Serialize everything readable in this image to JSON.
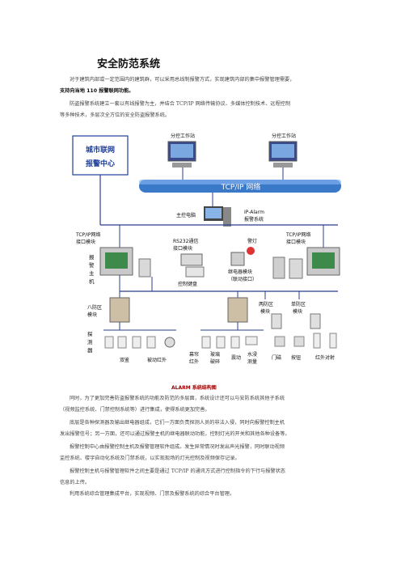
{
  "doc": {
    "title": "安全防范系统",
    "intro_line1": "对于建筑内部或一定范围内的建筑群，可以采用总线制报警方式，实现建筑内部的集中报警管理需要，",
    "intro_line2": "支持向当地 110 报警联网功能。",
    "p2_line1": "防盗报警系统建立一套以有线报警为主，并结合 TCP/IP 网络传输协议、多媒体控制技术、远程控制",
    "p2_line2": "等多种技术，多层次全方位的安全防盗报警系统。",
    "caption": "ALARM 系统结构图",
    "p3_line1": "同时，为了更加完善防盗报警系统的功能及防范的多层面，系统设计还可以与安防系统其他子系统",
    "p3_line2": "（视频监控系统、门禁控制系统等）进行集成，使得系统更加完善。",
    "p4_line1": "底层是各种探测器及输出继电器组成，它们一方面负责探测人员的非法入侵，同时向报警控制主机",
    "p4_line2": "发出报警信号；另一方面，还可以通过报警主机的继电器联动功能，控制灯光的开关和其他各种设备等。",
    "p5_line1": "报警控制中心由报警控制主机及报警管理软件组成。发生异常情况时发出声光报警，同时联动视频",
    "p5_line2": "监控系统、楼宇自动化系统及门禁系统，以实现现场的灯光控制及视频保存记录。",
    "p6_line1": "报警控制主机与报警管理软件之间主要是通过 TCP/IP 的通讯方式进行控制指令的下行与报警状态",
    "p6_line2": "信息的上传。",
    "p7_line1": "利用系统综合管理集成平台，实现视频、门禁及报警系统的综合平台管理。"
  },
  "diagram": {
    "city_center": "城市联网报警中心",
    "ws_left": "分控工作站",
    "ws_right": "分控工作站",
    "network": "TCP/IP 网络",
    "main_pc": "主控电脑",
    "software": "IP-Alarm报警系统",
    "tcp_left": "TCP/IP网络接口模块",
    "tcp_right": "TCP/IP网络接口模块",
    "host": "报警主机",
    "rs232": "RS232通信接口模块",
    "alarm_light": "警灯",
    "relay": "继电器模块（联动接口）",
    "keypad": "控制键盘",
    "zone8": "八防区模块",
    "zone2": "两防区模块",
    "zone1": "单防区模块",
    "detector": "探测器",
    "dual": "双鉴",
    "pir": "被动红外",
    "curtain": "幕帘红外",
    "glass": "玻璃破碎",
    "vibration": "震动",
    "water": "水浸测量",
    "door": "门磁",
    "button": "按钮",
    "beam": "红外对射"
  },
  "colors": {
    "accent": "#1f3f9a",
    "network": "#3a78c8",
    "line": "#2a3f8f",
    "caption": "#a00000"
  }
}
